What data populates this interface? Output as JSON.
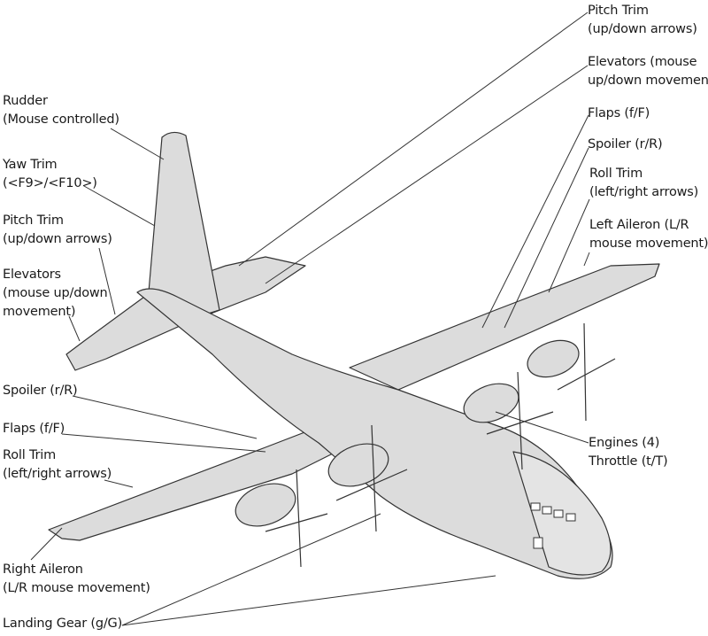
{
  "diagram": {
    "subject": "Cargo aircraft control surfaces",
    "labels": {
      "rudder": {
        "line1": "Rudder",
        "line2": "(Mouse controlled)"
      },
      "yaw_trim": {
        "line1": "Yaw Trim",
        "line2": "(<F9>/<F10>)"
      },
      "pitch_trim_l": {
        "line1": "Pitch Trim",
        "line2": "(up/down arrows)"
      },
      "elevators_l": {
        "line1": "Elevators",
        "line2": "(mouse up/down",
        "line3": "movement)"
      },
      "spoiler_l": {
        "line1": "Spoiler (r/R)"
      },
      "flaps_l": {
        "line1": "Flaps (f/F)"
      },
      "roll_trim_l": {
        "line1": "Roll Trim",
        "line2": "(left/right arrows)"
      },
      "right_aileron": {
        "line1": "Right Aileron",
        "line2": "(L/R mouse movement)"
      },
      "landing_gear": {
        "line1": "Landing Gear (g/G)"
      },
      "pitch_trim_r": {
        "line1": "Pitch Trim",
        "line2": "(up/down arrows)"
      },
      "elevators_r": {
        "line1": "Elevators (mouse",
        "line2": "up/down movement)"
      },
      "flaps_r": {
        "line1": "Flaps (f/F)"
      },
      "spoiler_r": {
        "line1": "Spoiler (r/R)"
      },
      "roll_trim_r": {
        "line1": "Roll Trim",
        "line2": "(left/right arrows)"
      },
      "left_aileron": {
        "line1": "Left Aileron (L/R",
        "line2": "mouse movement)"
      },
      "engines": {
        "line1": "Engines (4)",
        "line2": "Throttle (t/T)"
      }
    },
    "colors": {
      "airframe_fill": "#dcdcdc",
      "outline": "#333333",
      "leader": "#333333"
    }
  }
}
